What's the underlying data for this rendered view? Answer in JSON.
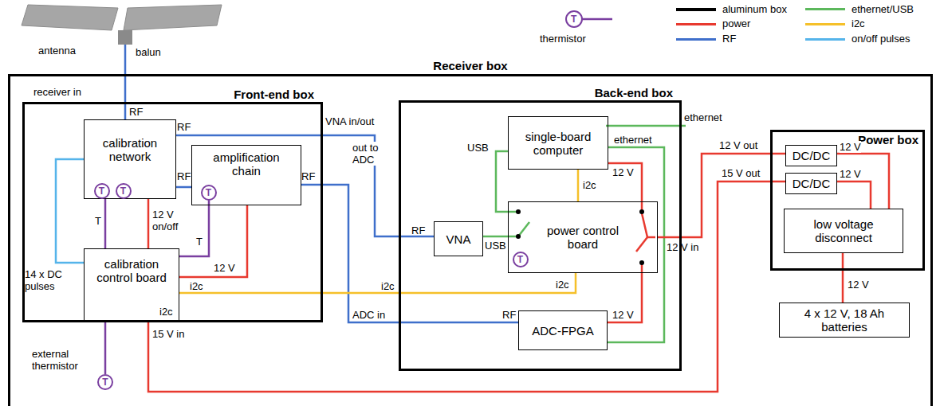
{
  "diagram": {
    "nodes": [
      {
        "text": [
          "Receiver box"
        ]
      },
      {
        "text": [
          "Front-end box"
        ],
        "in": 0
      },
      {
        "text": [
          "calibration network"
        ],
        "in": 1
      },
      {
        "text": [
          "T"
        ],
        "in": 2
      },
      {
        "text": [
          "T"
        ],
        "in": 2
      },
      {
        "text": [
          "amplification chain"
        ],
        "in": 1
      },
      {
        "text": [
          "T"
        ],
        "in": 5
      },
      {
        "text": [
          "calibration control board"
        ],
        "in": 1
      },
      {
        "text": [
          "Back-end box"
        ],
        "in": 0
      },
      {
        "text": [
          "single-board computer"
        ],
        "in": 8
      },
      {
        "text": [
          "VNA"
        ],
        "in": 8
      },
      {
        "text": [
          "power control board"
        ],
        "in": 8
      },
      {
        "text": [
          "T"
        ],
        "in": 11
      },
      {
        "text": [
          "ADC-FPGA"
        ],
        "in": 8
      },
      {
        "text": [
          "Power box"
        ],
        "in": 0
      },
      {
        "text": [
          "DC/DC"
        ],
        "in": 14
      },
      {
        "text": [
          "DC/DC"
        ],
        "in": 14
      },
      {
        "text": [
          "low voltage disconnect"
        ],
        "in": 14
      },
      {
        "text": [
          "4 x 12 V, 18 Ah batteries"
        ],
        "in": 0
      },
      {
        "text": [
          "T"
        ],
        "in": 0
      }
    ],
    "edges": [
      {
        "from": 2,
        "to": 5,
        "arrow": "none"
      },
      {
        "from": 2,
        "to": 10,
        "label": "VNA in/out",
        "arrow": "none"
      },
      {
        "from": 5,
        "to": 13,
        "label": "out to ADC",
        "arrow": "none"
      },
      {
        "from": 2,
        "to": 7,
        "label": "14 x DC pulses",
        "arrow": "none"
      },
      {
        "from": 2,
        "to": 7,
        "label": "T",
        "arrow": "none"
      },
      {
        "from": 7,
        "to": 2,
        "label": "12 V on/off",
        "arrow": "none"
      },
      {
        "from": 6,
        "to": 7,
        "label": "T",
        "arrow": "none"
      },
      {
        "from": 7,
        "to": 5,
        "label": "12 V",
        "arrow": "none"
      },
      {
        "from": 7,
        "to": 11,
        "label": "i2c",
        "arrow": "none"
      },
      {
        "from": 19,
        "to": 7,
        "arrow": "none"
      },
      {
        "from": 7,
        "to": 16,
        "label": "15 V in",
        "arrow": "none"
      },
      {
        "from": 9,
        "to": 11,
        "label": "USB",
        "arrow": "none"
      },
      {
        "from": 10,
        "to": 11,
        "label": "USB",
        "arrow": "none"
      },
      {
        "from": 9,
        "to": 13,
        "label": "ethernet",
        "arrow": "none"
      },
      {
        "from": 9,
        "to": 11,
        "label": "i2c",
        "arrow": "none"
      },
      {
        "from": 11,
        "to": 9,
        "label": "12 V",
        "arrow": "none"
      },
      {
        "from": 11,
        "to": 13,
        "label": "12 V",
        "arrow": "none"
      },
      {
        "from": 15,
        "to": 11,
        "label": "12 V out",
        "arrow": "none"
      },
      {
        "from": 15,
        "to": 17,
        "label": "12 V",
        "arrow": "none"
      },
      {
        "from": 16,
        "to": 17,
        "label": "12 V",
        "arrow": "none"
      },
      {
        "from": 17,
        "to": 18,
        "label": "12 V",
        "arrow": "none"
      }
    ],
    "labels": [
      "antenna",
      "balun",
      "receiver in",
      "RF",
      "RF",
      "RF",
      "RF",
      "RF",
      "RF",
      "ADC in",
      "i2c",
      "i2c",
      "i2c",
      "ethernet",
      "15 V out",
      "12 V in",
      "external thermistor",
      "T"
    ],
    "legend": [
      {
        "text": "thermistor"
      },
      {
        "text": "aluminum box",
        "color": "#000000"
      },
      {
        "text": "power",
        "color": "#e8392f"
      },
      {
        "text": "RF",
        "color": "#3f6fcb"
      },
      {
        "text": "ethernet/USB",
        "color": "#5cb85c"
      },
      {
        "text": "i2c",
        "color": "#f5c02a"
      },
      {
        "text": "on/off pulses",
        "color": "#55b4ea"
      }
    ]
  }
}
